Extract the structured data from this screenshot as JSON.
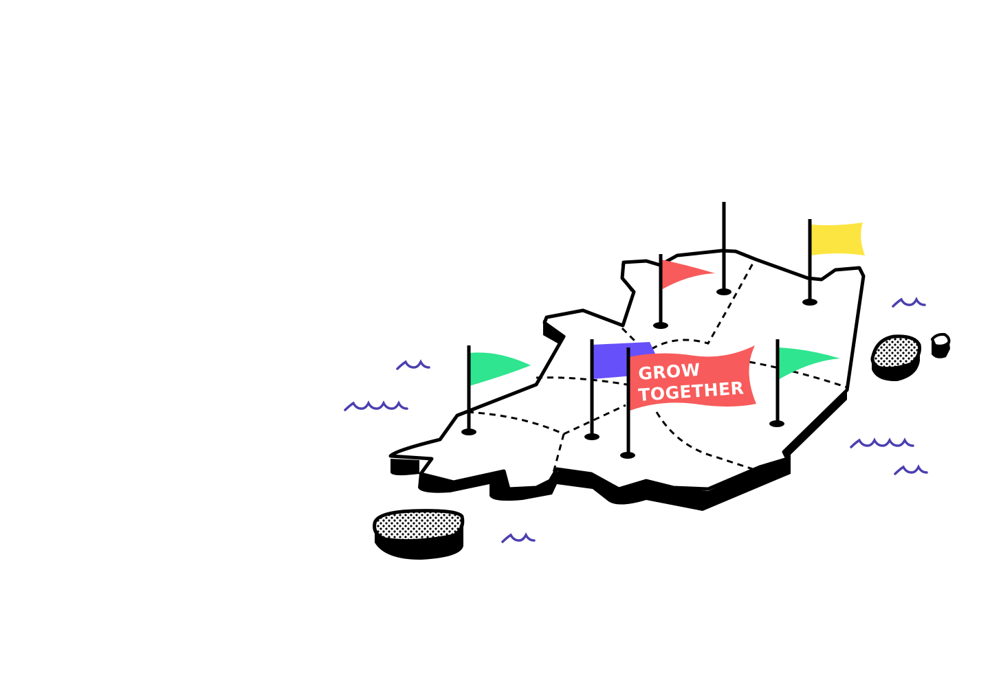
{
  "banner": {
    "line1": "GROW",
    "line2": "TOGETHER"
  },
  "colors": {
    "background": "#ffffff",
    "outline": "#000000",
    "flag_red": "#F85B5B",
    "flag_green": "#2FE58F",
    "flag_purple": "#6650FA",
    "flag_yellow": "#FDE541",
    "waves": "#4B3FB0"
  },
  "flags": [
    {
      "name": "green-flag-west",
      "color": "flag_green"
    },
    {
      "name": "purple-flag-center",
      "color": "flag_purple"
    },
    {
      "name": "red-flag-north",
      "color": "flag_red"
    },
    {
      "name": "bare-pole-north",
      "color": "outline"
    },
    {
      "name": "yellow-flag-northeast",
      "color": "flag_yellow"
    },
    {
      "name": "green-flag-east",
      "color": "flag_green"
    },
    {
      "name": "red-banner-flag",
      "color": "flag_red"
    }
  ]
}
